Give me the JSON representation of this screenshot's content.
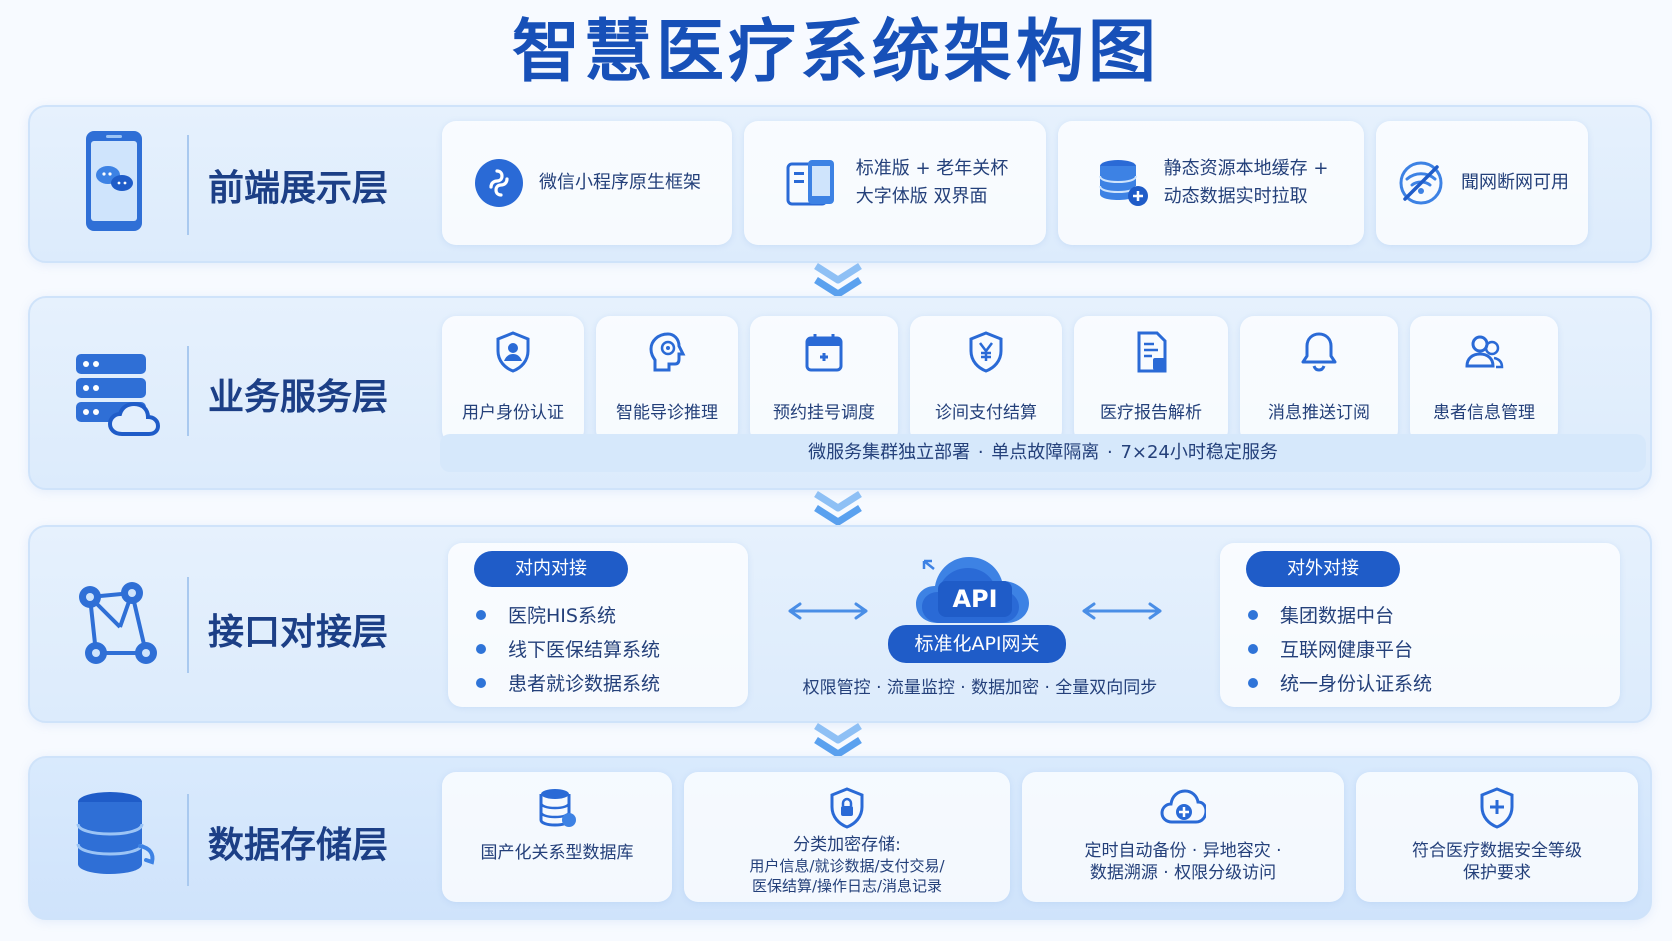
{
  "title": "智慧医疗系统架构图",
  "layers": {
    "frontend": {
      "name": "前端展示层",
      "items": [
        {
          "icon": "mini-program-icon",
          "text": "微信小程序原生框架"
        },
        {
          "icon": "dual-screen-icon",
          "line1": "标准版 + 老年关杯",
          "line2": "大字体版 双界面"
        },
        {
          "icon": "database-sync-icon",
          "line1": "静态资源本地缓存 +",
          "line2": "动态数据实时拉取"
        },
        {
          "icon": "offline-icon",
          "text": "聞网断网可用"
        }
      ]
    },
    "business": {
      "name": "业务服务层",
      "services": [
        {
          "icon": "user-shield-icon",
          "label": "用户身份认证"
        },
        {
          "icon": "ai-head-icon",
          "label": "智能导诊推理"
        },
        {
          "icon": "calendar-icon",
          "label": "预约挂号调度"
        },
        {
          "icon": "yuan-shield-icon",
          "label": "诊间支付结算"
        },
        {
          "icon": "report-doc-icon",
          "label": "医疗报告解析"
        },
        {
          "icon": "bell-icon",
          "label": "消息推送订阅"
        },
        {
          "icon": "users-icon",
          "label": "患者信息管理"
        }
      ],
      "bar": "微服务集群独立部署   ·   单点故障隔离   ·   7×24小时稳定服务"
    },
    "interface": {
      "name": "接口对接层",
      "internal": {
        "title": "对内对接",
        "items": [
          "医院HIS系统",
          "线下医保结算系统",
          "患者就诊数据系统"
        ]
      },
      "gateway": {
        "badge": "API",
        "label": "标准化API网关",
        "features": "权限管控 · 流量监控 · 数据加密 · 全量双向同步"
      },
      "external": {
        "title": "对外对接",
        "items": [
          "集团数据中台",
          "互联网健康平台",
          "统一身份认证系统"
        ]
      }
    },
    "storage": {
      "name": "数据存储层",
      "cards": [
        {
          "icon": "db-icon",
          "line1": "国产化关系型数据库"
        },
        {
          "icon": "lock-shield-icon",
          "line1": "分类加密存储:",
          "line2": "用户信息/就诊数据/支付交易/",
          "line3": "医保结算/操作日志/消息记录"
        },
        {
          "icon": "cloud-plus-icon",
          "line1": "定时自动备份 · 异地容灾 ·",
          "line2": "数据溯源 · 权限分级访问"
        },
        {
          "icon": "shield-plus-icon",
          "line1": "符合医疗数据安全等级",
          "line2": "保护要求"
        }
      ]
    }
  },
  "colors": {
    "primary": "#1f5cc8",
    "title": "#1750b8",
    "layer_bg": "#e3effd",
    "icon_blue": "#2f74d8"
  }
}
